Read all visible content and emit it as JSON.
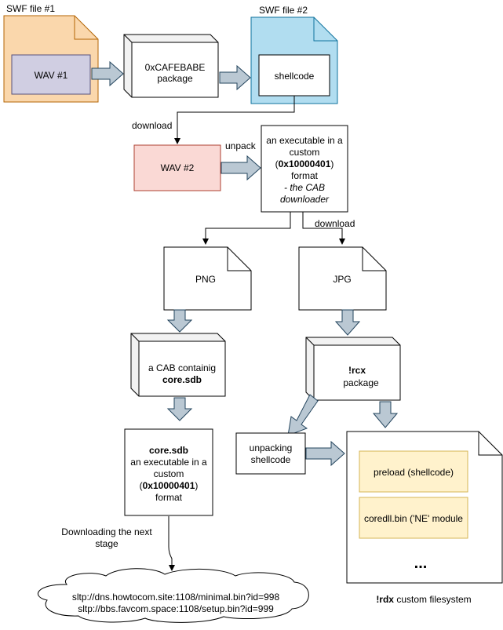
{
  "swf1": {
    "title": "SWF file #1",
    "inner": "WAV #1",
    "fill": "#FAD7AC",
    "stroke": "#B46504",
    "inner_fill": "#D0CEE2",
    "inner_stroke": "#56517E"
  },
  "pkg": {
    "line1": "0xCAFEBABE",
    "line2": "package"
  },
  "swf2": {
    "title": "SWF file #2",
    "inner": "shellcode",
    "fill": "#B1DDF0",
    "stroke": "#10739E"
  },
  "download1": "download",
  "wav2": {
    "label": "WAV #2",
    "fill": "#FAD9D5",
    "stroke": "#AE4132"
  },
  "unpack": "unpack",
  "cab_downloader": {
    "line1": "an executable in a",
    "line2": "custom",
    "line3_pre": "(",
    "line3_bold": "0x10000401",
    "line3_post": ")",
    "line4": "format",
    "line5": "- the CAB",
    "line6": "downloader"
  },
  "download2": "download",
  "png": "PNG",
  "jpg": "JPG",
  "cab": {
    "line1": "a CAB containig",
    "line2": "core.sdb"
  },
  "rcx": {
    "line1": "!rcx",
    "line2": "package"
  },
  "core": {
    "line1": "core.sdb",
    "line2": "an executable in a",
    "line3": "custom",
    "line4_pre": "(",
    "line4_bold": "0x10000401",
    "line4_post": ")",
    "line5": "format"
  },
  "unpacking": {
    "line1": "unpacking",
    "line2": "shellcode"
  },
  "rdx": {
    "item1": "preload (shellcode)",
    "item2": "coredll.bin ('NE' module",
    "ellipsis": "...",
    "caption_bold": "!rdx",
    "caption_rest": " custom filesystem",
    "item_fill": "#FFF2CC",
    "item_stroke": "#D6B656"
  },
  "next_stage": {
    "line1": "Downloading the next",
    "line2": "stage"
  },
  "cloud": {
    "line1": "sltp://dns.howtocom.site:1108/minimal.bin?id=998",
    "line2": "sltp://bbs.favcom.space:1108/setup.bin?id=999"
  },
  "arrow_fill": "#BAC8D3",
  "arrow_stroke": "#23445D"
}
